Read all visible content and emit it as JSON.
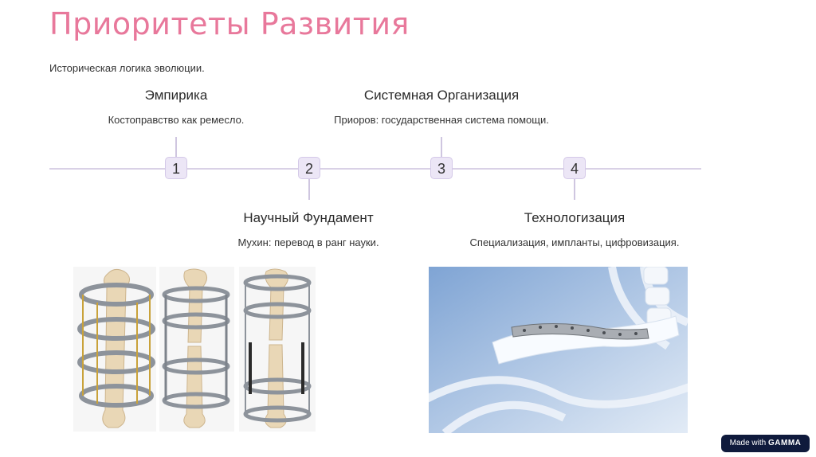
{
  "title": "Приоритеты Развития",
  "subtitle": "Историческая логика эволюции.",
  "steps": [
    {
      "number": "1",
      "title": "Эмпирика",
      "desc": "Костоправство как ремесло."
    },
    {
      "number": "2",
      "title": "Научный Фундамент",
      "desc": "Мухин: перевод в ранг науки."
    },
    {
      "number": "3",
      "title": "Системная Организация",
      "desc": "Приоров: государственная система помощи."
    },
    {
      "number": "4",
      "title": "Технологизация",
      "desc": "Специализация, импланты, цифровизация."
    }
  ],
  "badge": {
    "prefix": "Made with",
    "brand": "GAMMA"
  },
  "colors": {
    "title": "#e8789b",
    "line": "#d9d1e6",
    "badge_bg": "#ece6f6",
    "pill_bg": "#0f1a3c"
  }
}
